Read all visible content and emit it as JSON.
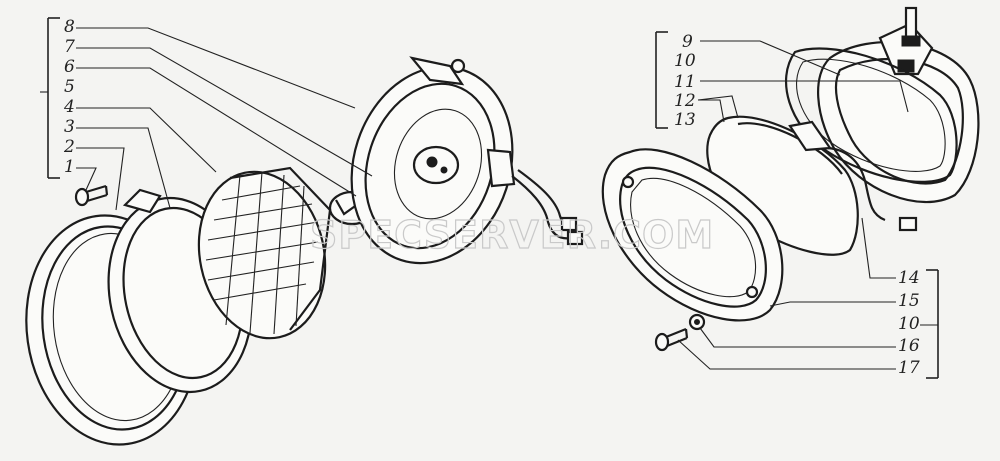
{
  "callouts_left": [
    "8",
    "7",
    "6",
    "5",
    "4",
    "3",
    "2",
    "1"
  ],
  "callouts_right_top": [
    "9",
    "10",
    "11",
    "12",
    "13"
  ],
  "callouts_right_bottom": [
    "14",
    "15",
    "10",
    "16",
    "17"
  ],
  "watermark": "SPECSERVER.COM"
}
